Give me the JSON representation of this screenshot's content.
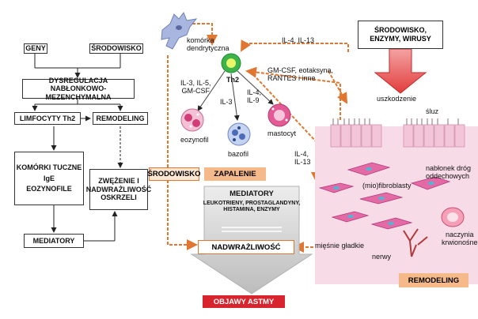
{
  "flowchart": {
    "geny": "GENY",
    "srodowisko": "ŚRODOWISKO",
    "dysregulacja": "DYSREGULACJA NABŁONKOWO-MEZENCHYMALNA",
    "limfocyty": "LIMFOCYTY Th2",
    "remodeling": "REMODELING",
    "komorki": "KOMÓRKI TUCZNE",
    "ige": "IgE",
    "eozynofile": "EOZYNOFILE",
    "zwezenie": "ZWĘŻENIE I NADWRAŻLIWOŚĆ OSKRZELI",
    "mediatory": "MEDIATORY"
  },
  "cells": {
    "dendritic": "komórka dendrytyczna",
    "th2": "Th2",
    "il_a": "IL-3, IL-5,",
    "il_b": "GM-CSF",
    "il3": "IL-3",
    "il49_a": "IL-4,",
    "il49_b": "IL-9",
    "eozynofil": "eozynofil",
    "bazofil": "bazofil",
    "mastocyt": "mastocyt"
  },
  "cytokines": {
    "il4_13": "IL-4, IL-13",
    "gmcsf_a": "GM-CSF, eotaksyna,",
    "gmcsf_b": "RANTES i inne",
    "il4_side_a": "IL-4,",
    "il4_side_b": "IL-13"
  },
  "environment": {
    "header_a": "ŚRODOWISKO,",
    "header_b": "ENZYMY, WIRUSY",
    "uszkodzenie": "uszkodzenie",
    "sluz": "śluz"
  },
  "tissue": {
    "nablonek_a": "nabłonek dróg",
    "nablonek_b": "oddechowych",
    "fibroblasty": "(mio)fibroblasty",
    "miesnie": "mięśnie gładkie",
    "nerwy": "nerwy",
    "naczynia_a": "naczynia",
    "naczynia_b": "krwionośne"
  },
  "center": {
    "srodowisko": "ŚRODOWISKO",
    "zapalenie": "ZAPALENIE",
    "mediatory": "MEDIATORY",
    "med_list_a": "LEUKOTRIENY, PROSTAGLANDYNY,",
    "med_list_b": "HISTAMINA, ENZYMY",
    "nadwrazliwosc": "NADWRAŻLIWOŚĆ",
    "objawy": "OBJAWY ASTMY",
    "remodeling": "REMODELING"
  },
  "colors": {
    "arrow_orange": "#e0762f",
    "th2_green": "#3cb44a",
    "eos_pink": "#d23c77",
    "baso_blue": "#4a6bb8",
    "mast_pink": "#d0427d",
    "bad_red": "#d8242c",
    "tissue_pink": "#f4c9dc",
    "cell_lilac": "#a8b6e0"
  }
}
